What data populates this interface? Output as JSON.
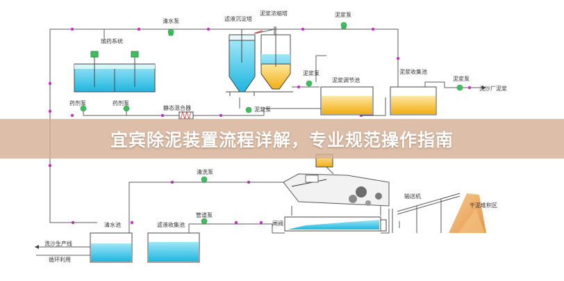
{
  "banner": {
    "title": "宜宾除泥装置流程详解，专业规范操作指南"
  },
  "labels": {
    "dosing_system": "加药系统",
    "clear_water_pump_top": "清水泵",
    "filter_settler": "滤液沉淀塔",
    "sludge_thickener": "泥浆浓缩塔",
    "sludge_pump_top": "泥浆泵",
    "sludge_pump_mid": "泥浆泵",
    "sludge_adjust_tank": "泥浆调节池",
    "sludge_collect_tank": "泥浆收集池",
    "sludge_pump_right": "泥浆泵",
    "to_plant": "洗沙厂泥浆",
    "dosing_pump_1": "药剂泵",
    "dosing_pump_2": "药剂泵",
    "static_mixer": "静态混合器",
    "sludge_pump_low": "泥浆泵",
    "wash_pump": "清洗泵",
    "conveyor": "输送机",
    "dry_sludge_area": "干泥堆积区",
    "clear_water_tank": "清水池",
    "filtrate_tank": "滤液收集池",
    "pipe_pump": "管道泵",
    "valve": "闸阀",
    "sand_line": "洗沙生产线",
    "recycle": "循环利用"
  },
  "colors": {
    "water": "#2ec4e6",
    "sludge": "#f3b51c",
    "pump": "#3dbf5e",
    "pipe_marker": "#c72fc9",
    "sludge_pile": "#e9a14c"
  }
}
